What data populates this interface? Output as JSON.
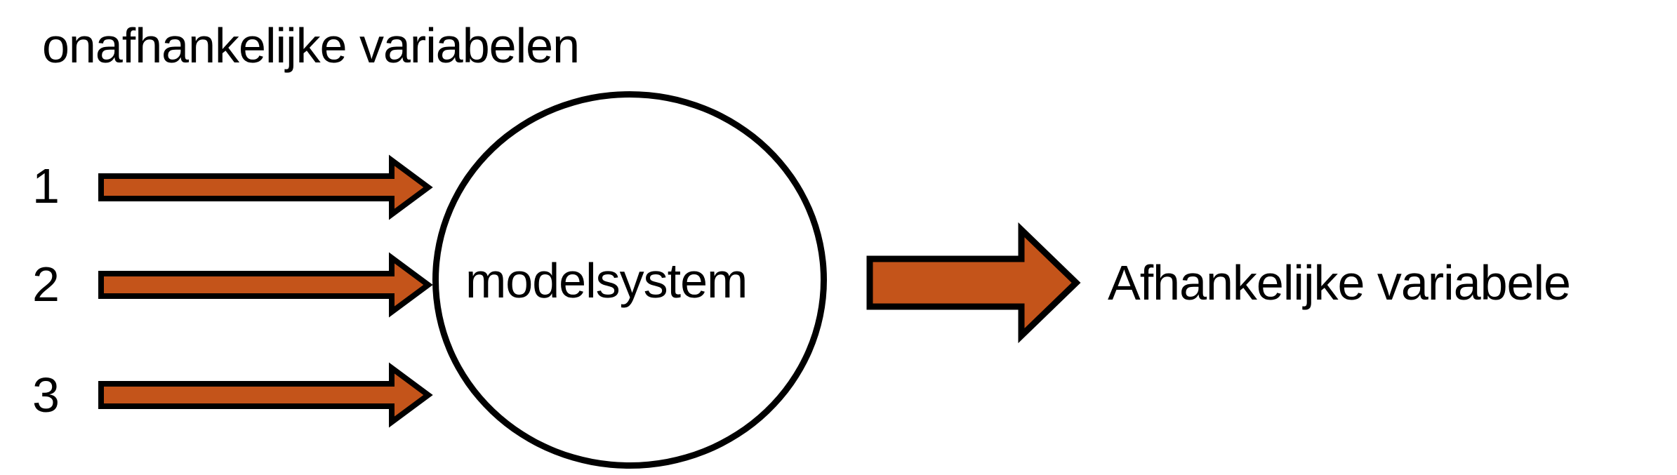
{
  "title": {
    "text": "onafhankelijke variabelen"
  },
  "inputs": [
    {
      "label": "1"
    },
    {
      "label": "2"
    },
    {
      "label": "3"
    }
  ],
  "node": {
    "label": "modelsystem"
  },
  "output": {
    "label": "Afhankelijke variabele"
  },
  "colors": {
    "arrow_fill": "#C4541A",
    "outline": "#000000",
    "background": "#FFFFFF",
    "text": "#000000"
  }
}
